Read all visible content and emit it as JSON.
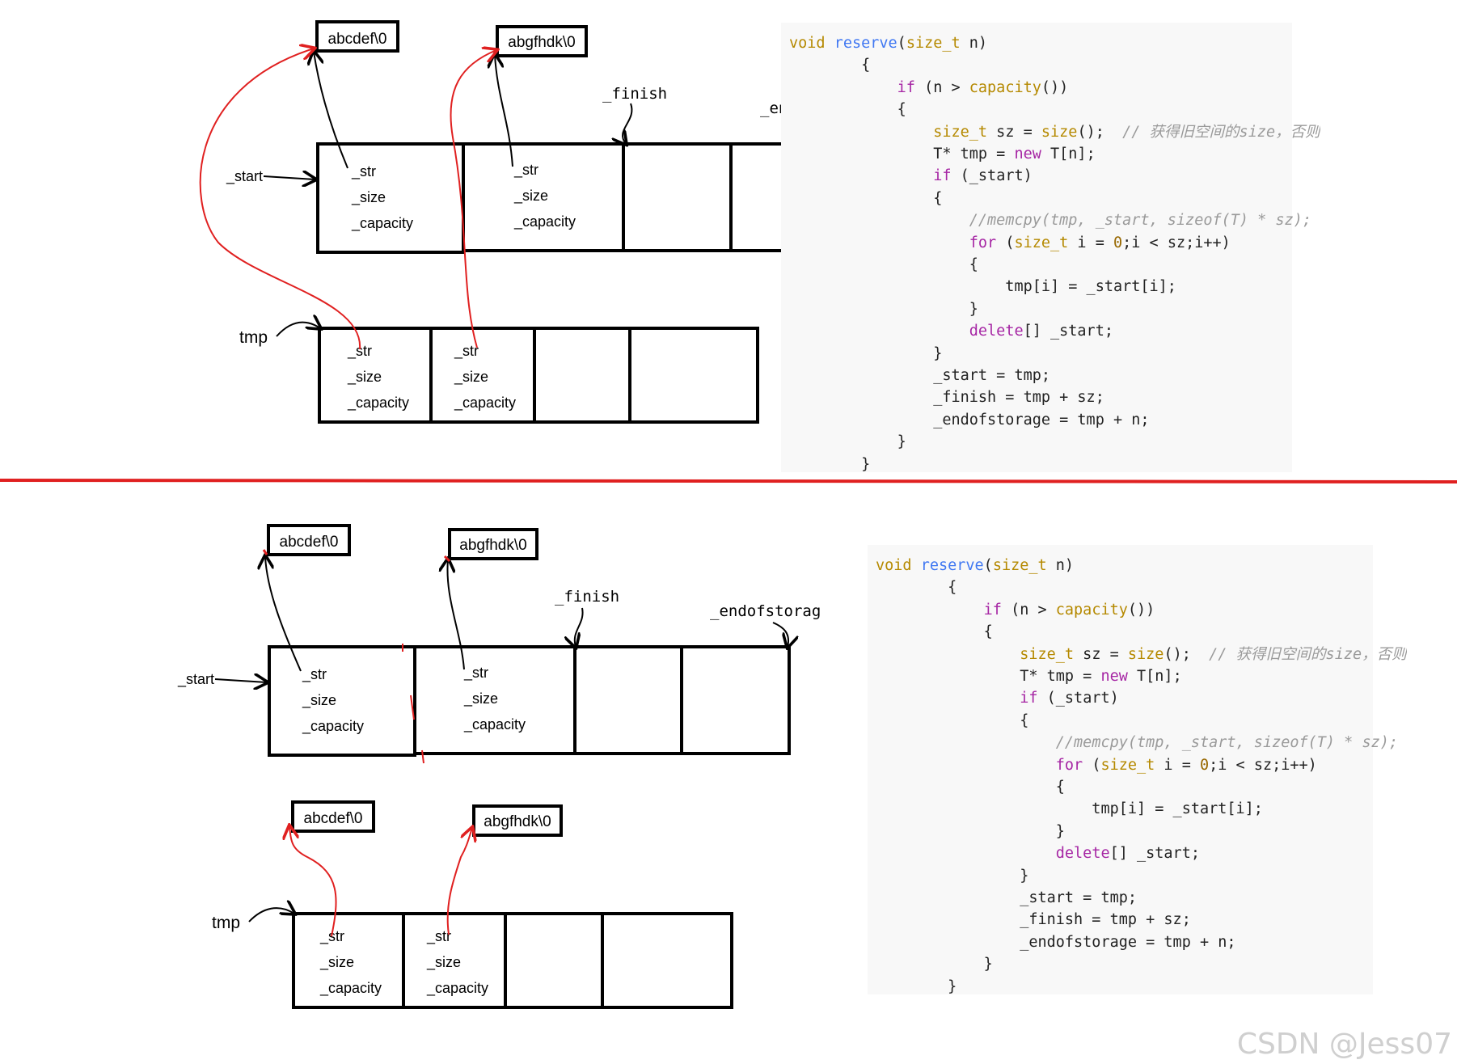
{
  "top_diagram": {
    "strings": [
      "abcdef\\0",
      "abgfhdk\\0"
    ],
    "field_labels": [
      "_str",
      "_size",
      "_capacity"
    ],
    "pointer_labels": {
      "start": "_start",
      "finish": "_finish",
      "endofstorage": "_endofstorage",
      "tmp": "tmp"
    }
  },
  "bottom_diagram": {
    "strings_top": [
      "abcdef\\0",
      "abgfhdk\\0"
    ],
    "strings_tmp": [
      "abcdef\\0",
      "abgfhdk\\0"
    ],
    "field_labels": [
      "_str",
      "_size",
      "_capacity"
    ],
    "pointer_labels": {
      "start": "_start",
      "finish": "_finish",
      "endofstorage": "_endofstorag",
      "tmp": "tmp"
    }
  },
  "code": [
    [
      [
        "type",
        "void"
      ],
      [
        "plain",
        " "
      ],
      [
        "fn",
        "reserve"
      ],
      [
        "plain",
        "("
      ],
      [
        "type",
        "size_t"
      ],
      [
        "plain",
        " n)"
      ]
    ],
    [
      [
        "plain",
        "        {"
      ]
    ],
    [
      [
        "plain",
        "            "
      ],
      [
        "kw",
        "if"
      ],
      [
        "plain",
        " (n > "
      ],
      [
        "type",
        "capacity"
      ],
      [
        "plain",
        "())"
      ]
    ],
    [
      [
        "plain",
        "            {"
      ]
    ],
    [
      [
        "plain",
        "                "
      ],
      [
        "type",
        "size_t"
      ],
      [
        "plain",
        " sz = "
      ],
      [
        "type",
        "size"
      ],
      [
        "plain",
        "();  "
      ],
      [
        "cmt",
        "// 获得旧空间的size，否则"
      ]
    ],
    [
      [
        "plain",
        "                T* tmp = "
      ],
      [
        "kw",
        "new"
      ],
      [
        "plain",
        " T[n];"
      ]
    ],
    [
      [
        "plain",
        "                "
      ],
      [
        "kw",
        "if"
      ],
      [
        "plain",
        " (_start)"
      ]
    ],
    [
      [
        "plain",
        "                {"
      ]
    ],
    [
      [
        "plain",
        "                    "
      ],
      [
        "cmt",
        "//memcpy(tmp, _start, sizeof(T) * sz);"
      ]
    ],
    [
      [
        "plain",
        "                    "
      ],
      [
        "kw",
        "for"
      ],
      [
        "plain",
        " ("
      ],
      [
        "type",
        "size_t"
      ],
      [
        "plain",
        " i = "
      ],
      [
        "num",
        "0"
      ],
      [
        "plain",
        ";i < sz;i++)"
      ]
    ],
    [
      [
        "plain",
        "                    {"
      ]
    ],
    [
      [
        "plain",
        "                        tmp[i] = _start[i];"
      ]
    ],
    [
      [
        "plain",
        "                    }"
      ]
    ],
    [
      [
        "plain",
        "                    "
      ],
      [
        "kw",
        "delete"
      ],
      [
        "plain",
        "[] _start;"
      ]
    ],
    [
      [
        "plain",
        "                }"
      ]
    ],
    [
      [
        "plain",
        "                _start = tmp;"
      ]
    ],
    [
      [
        "plain",
        "                _finish = tmp + sz;"
      ]
    ],
    [
      [
        "plain",
        "                _endofstorage = tmp + n;"
      ]
    ],
    [
      [
        "plain",
        "            }"
      ]
    ],
    [
      [
        "plain",
        "        }"
      ]
    ]
  ],
  "watermark": "CSDN @Jess07",
  "colors": {
    "arrow_red": "#e02020",
    "divider_red": "#e02020",
    "box_black": "#000000",
    "code_bg": "#f8f8f8"
  }
}
